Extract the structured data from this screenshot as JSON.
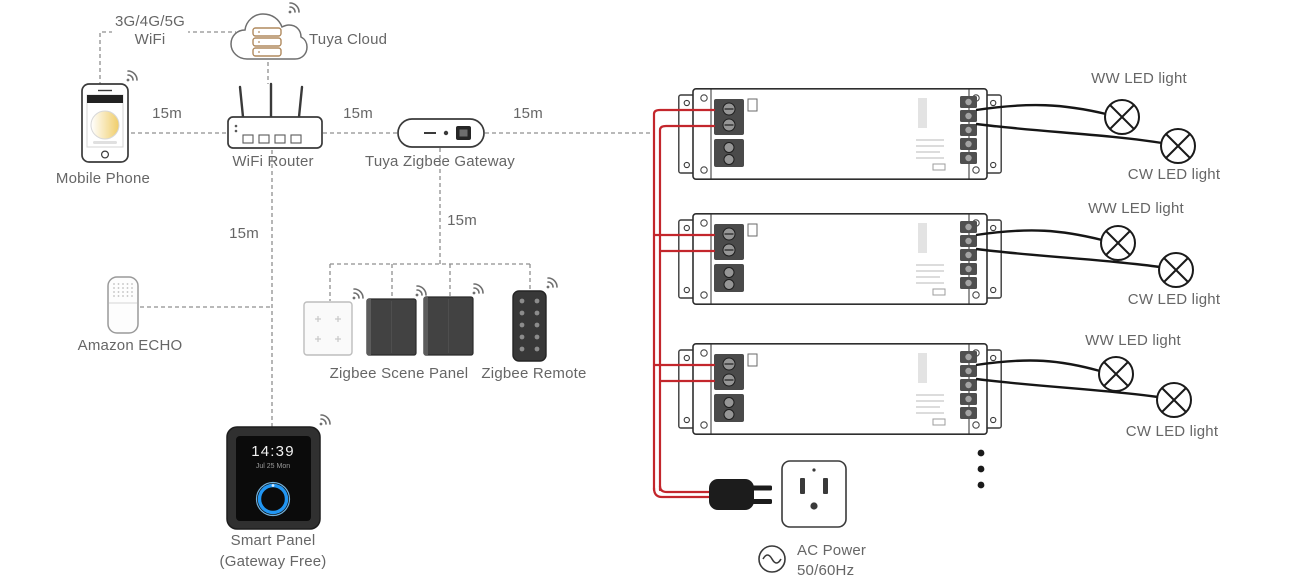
{
  "labels": {
    "network_line1": "3G/4G/5G",
    "network_line2": "WiFi",
    "tuya_cloud": "Tuya Cloud",
    "mobile_phone": "Mobile Phone",
    "wifi_router": "WiFi Router",
    "zigbee_gateway": "Tuya Zigbee Gateway",
    "amazon_echo": "Amazon ECHO",
    "scene_panel": "Zigbee Scene Panel",
    "zigbee_remote": "Zigbee Remote",
    "smart_panel": "Smart Panel",
    "smart_panel_sub": "(Gateway Free)",
    "ac_power_line1": "AC Power",
    "ac_power_line2": "50/60Hz"
  },
  "distances": {
    "phone_to_router": "15m",
    "router_to_gateway": "15m",
    "gateway_to_controller": "15m",
    "router_to_devices": "15m",
    "gateway_to_panels": "15m"
  },
  "smart_panel_screen": {
    "time": "14:39",
    "date": "Jul 25 Mon"
  },
  "lights": {
    "controller1_ww": "WW LED light",
    "controller1_cw": "CW LED light",
    "controller2_ww": "WW LED light",
    "controller2_cw": "CW LED light",
    "controller3_ww": "WW LED light",
    "controller3_cw": "CW LED light"
  },
  "icons": {
    "wireless": "wifi-arcs-icon",
    "lamp": "circle-cross-lamp-icon",
    "ac_sine": "ac-sine-icon"
  },
  "colors": {
    "power_wire_red": "#c3262c",
    "led_wire_black": "#161616",
    "dashed_line_gray": "#8f8f8f",
    "smart_panel_ring_blue": "#2196f3",
    "label_text_gray": "#666666"
  }
}
